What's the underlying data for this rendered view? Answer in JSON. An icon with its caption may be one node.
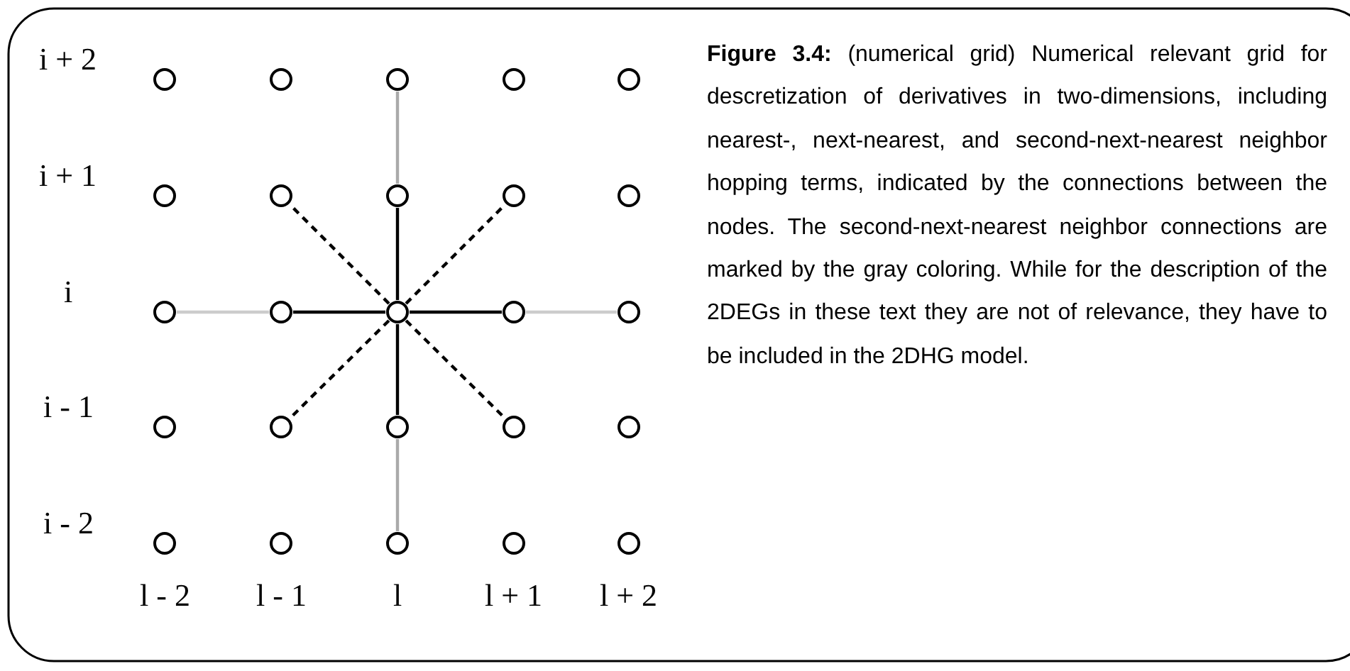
{
  "diagram": {
    "caption": "**Figure 3.4:** (numerical grid) Numerical relevant grid for descretization of derivatives in two-dimensions, including nearest-, next-nearest, and second-next-nearest neighbor hopping terms, indicated by the connections between the nodes. The second-next-nearest neighbor connections are marked by the gray coloring. While for the description of the 2DEGs in these text they are not of relevance, they have to be included in the 2DHG model.",
    "nodes": [
      {
        "text": [],
        "shape": "circle"
      },
      {
        "text": [],
        "shape": "circle"
      },
      {
        "text": [],
        "shape": "circle"
      },
      {
        "text": [],
        "shape": "circle"
      },
      {
        "text": [],
        "shape": "circle"
      },
      {
        "text": [],
        "shape": "circle"
      },
      {
        "text": [],
        "shape": "circle"
      },
      {
        "text": [],
        "shape": "circle"
      },
      {
        "text": [],
        "shape": "circle"
      },
      {
        "text": [],
        "shape": "circle"
      },
      {
        "text": [],
        "shape": "circle"
      },
      {
        "text": [],
        "shape": "circle"
      },
      {
        "text": [],
        "shape": "circle"
      },
      {
        "text": [],
        "shape": "circle"
      },
      {
        "text": [],
        "shape": "circle"
      },
      {
        "text": [],
        "shape": "circle"
      },
      {
        "text": [],
        "shape": "circle"
      },
      {
        "text": [],
        "shape": "circle"
      },
      {
        "text": [],
        "shape": "circle"
      },
      {
        "text": [],
        "shape": "circle"
      },
      {
        "text": [],
        "shape": "circle"
      },
      {
        "text": [],
        "shape": "circle"
      },
      {
        "text": [],
        "shape": "circle"
      },
      {
        "text": [],
        "shape": "circle"
      },
      {
        "text": [],
        "shape": "circle"
      }
    ],
    "edges": [
      {
        "from": 7,
        "to": 2,
        "arrow": "none",
        "color": "#aaaaaa"
      },
      {
        "from": 12,
        "to": 7,
        "arrow": "none"
      },
      {
        "from": 12,
        "to": 6,
        "arrow": "none",
        "style": "dashed"
      },
      {
        "from": 12,
        "to": 8,
        "arrow": "none",
        "style": "dashed"
      },
      {
        "from": 11,
        "to": 10,
        "arrow": "none",
        "color": "#cccccc"
      },
      {
        "from": 12,
        "to": 11,
        "arrow": "none"
      },
      {
        "from": 12,
        "to": 13,
        "arrow": "none"
      },
      {
        "from": 13,
        "to": 14,
        "arrow": "none",
        "color": "#cccccc"
      },
      {
        "from": 12,
        "to": 16,
        "arrow": "none",
        "style": "dashed"
      },
      {
        "from": 12,
        "to": 18,
        "arrow": "none",
        "style": "dashed"
      },
      {
        "from": 12,
        "to": 17,
        "arrow": "none"
      },
      {
        "from": 17,
        "to": 22,
        "arrow": "none",
        "color": "#aaaaaa"
      }
    ],
    "labels": [
      "i + 2",
      "i + 1",
      "i",
      "i - 1",
      "i - 2",
      "l - 2",
      "l - 1",
      "l",
      "l + 1",
      "l + 2"
    ]
  }
}
